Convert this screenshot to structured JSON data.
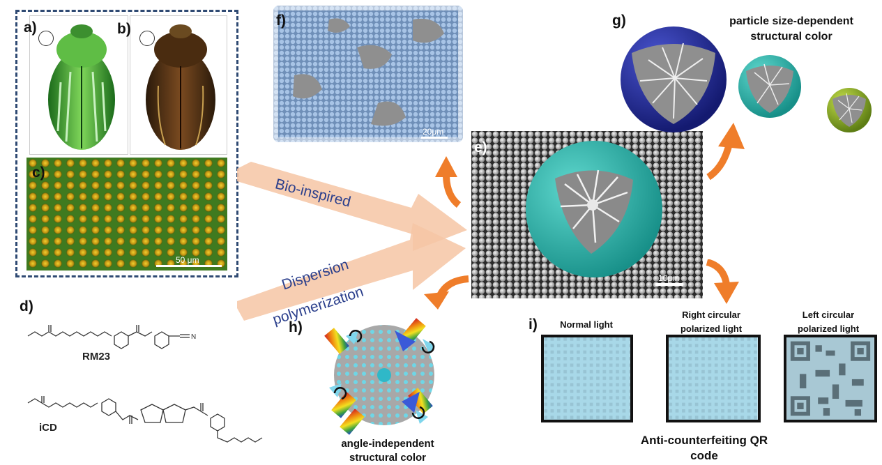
{
  "panels": {
    "a": "a)",
    "b": "b)",
    "c": "c)",
    "d": "d)",
    "e": "e)",
    "f": "f)",
    "g": "g)",
    "h": "h)",
    "i": "i)"
  },
  "scale_bars": {
    "c": "50 μm",
    "f": "20μm",
    "e": "10μm"
  },
  "arrows": {
    "bio": "Bio-inspired",
    "dispersion_line1": "Dispersion",
    "dispersion_line2": "polymerization"
  },
  "molecules": {
    "rm23": "RM23",
    "icd": "iCD",
    "cn": "N"
  },
  "captions": {
    "g_line1": "particle size-dependent",
    "g_line2": "structural color",
    "h_line1": "angle-independent",
    "h_line2": "structural color",
    "i_normal": "Normal light",
    "i_rcp_line1": "Right circular",
    "i_rcp_line2": "polarized light",
    "i_lcp_line1": "Left circular",
    "i_lcp_line2": "polarized light",
    "i_bottom_line1": "Anti-counterfeiting QR",
    "i_bottom_line2": "code"
  },
  "colors": {
    "frame": "#2f4a73",
    "arrow_peach": "#f6c6a5",
    "arrow_orange": "#ef7d2a",
    "sphere_blue": "#2a2fa0",
    "sphere_teal": "#21a8a0",
    "sphere_green": "#8aac2e",
    "label_blue": "#2b3f8c"
  }
}
